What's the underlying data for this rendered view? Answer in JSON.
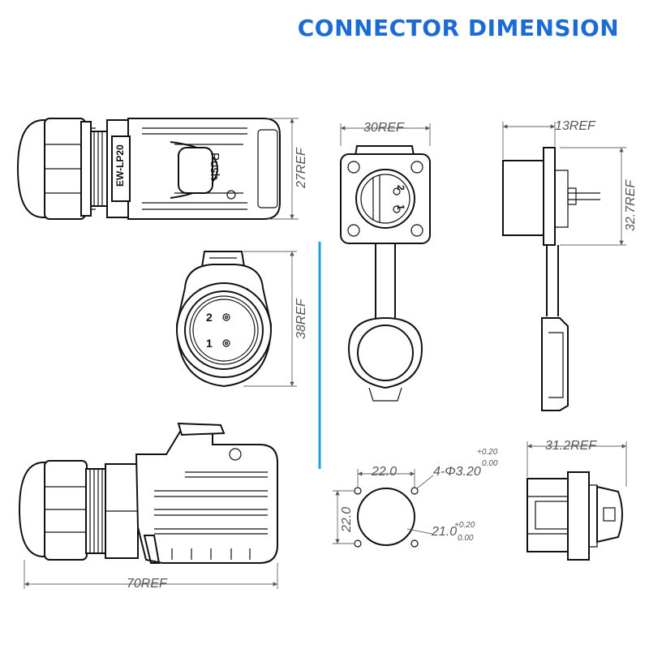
{
  "title": "CONNECTOR DIMENSION",
  "colors": {
    "title": "#1B6AD6",
    "divider_top": "#1EA0E0",
    "divider_bottom": "#1B5FD0"
  },
  "labels": {
    "model": "EW-LP20",
    "push": "Push",
    "pin1": "1",
    "pin2": "2"
  },
  "dimensions": {
    "plug_height": "27REF",
    "plug_front_height": "38REF",
    "plug_length": "70REF",
    "socket_width": "30REF",
    "socket_side_depth": "13REF",
    "socket_side_height": "32.7REF",
    "socket_depth": "31.2REF",
    "cutout_h_spacing": "22.0",
    "cutout_v_spacing": "22.0",
    "hole_spec": "4-Φ3.20",
    "hole_tol_upper": "+0.20",
    "hole_tol_lower": "0.00",
    "center_hole": "21.0",
    "center_tol_upper": "+0.20",
    "center_tol_lower": "0.00"
  }
}
